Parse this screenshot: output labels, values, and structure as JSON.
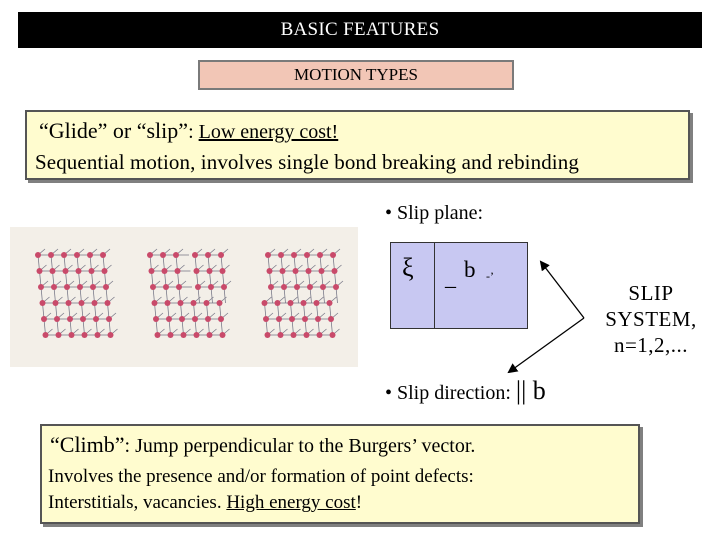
{
  "banner": {
    "title": "BASIC FEATURES"
  },
  "motion": {
    "label": "MOTION TYPES"
  },
  "glide": {
    "title": "“Glide” or “slip”",
    "sep": ": ",
    "cost": "Low energy cost!",
    "description": "Sequential motion, involves single bond breaking and rebinding"
  },
  "slip_plane": {
    "label": "• Slip plane:"
  },
  "slip_box": {
    "xi": "ξ",
    "perp": "_",
    "b": "b",
    "mark": "-’"
  },
  "slip_system": {
    "line1": "SLIP",
    "line2": "SYSTEM,",
    "line3": "n=1,2,..."
  },
  "slip_direction": {
    "label": "• Slip direction: ",
    "parallel_b": "|| b"
  },
  "climb": {
    "title": "“Climb”",
    "rest": ": Jump perpendicular to the Burgers’ vector.",
    "line2": "Involves the presence and/or formation of  point defects:",
    "line3_prefix": "Interstitials, vacancies. ",
    "line3_underlined": "High energy cost",
    "line3_suffix": "!"
  },
  "colors": {
    "banner_bg": "#000000",
    "motion_bg": "#f2c6b6",
    "box_bg": "#fffccf",
    "slip_box_bg": "#c8c8f2",
    "atom": "#c94a6a"
  },
  "figure": {
    "icons": [
      "crystal-lattice-illustration"
    ]
  }
}
